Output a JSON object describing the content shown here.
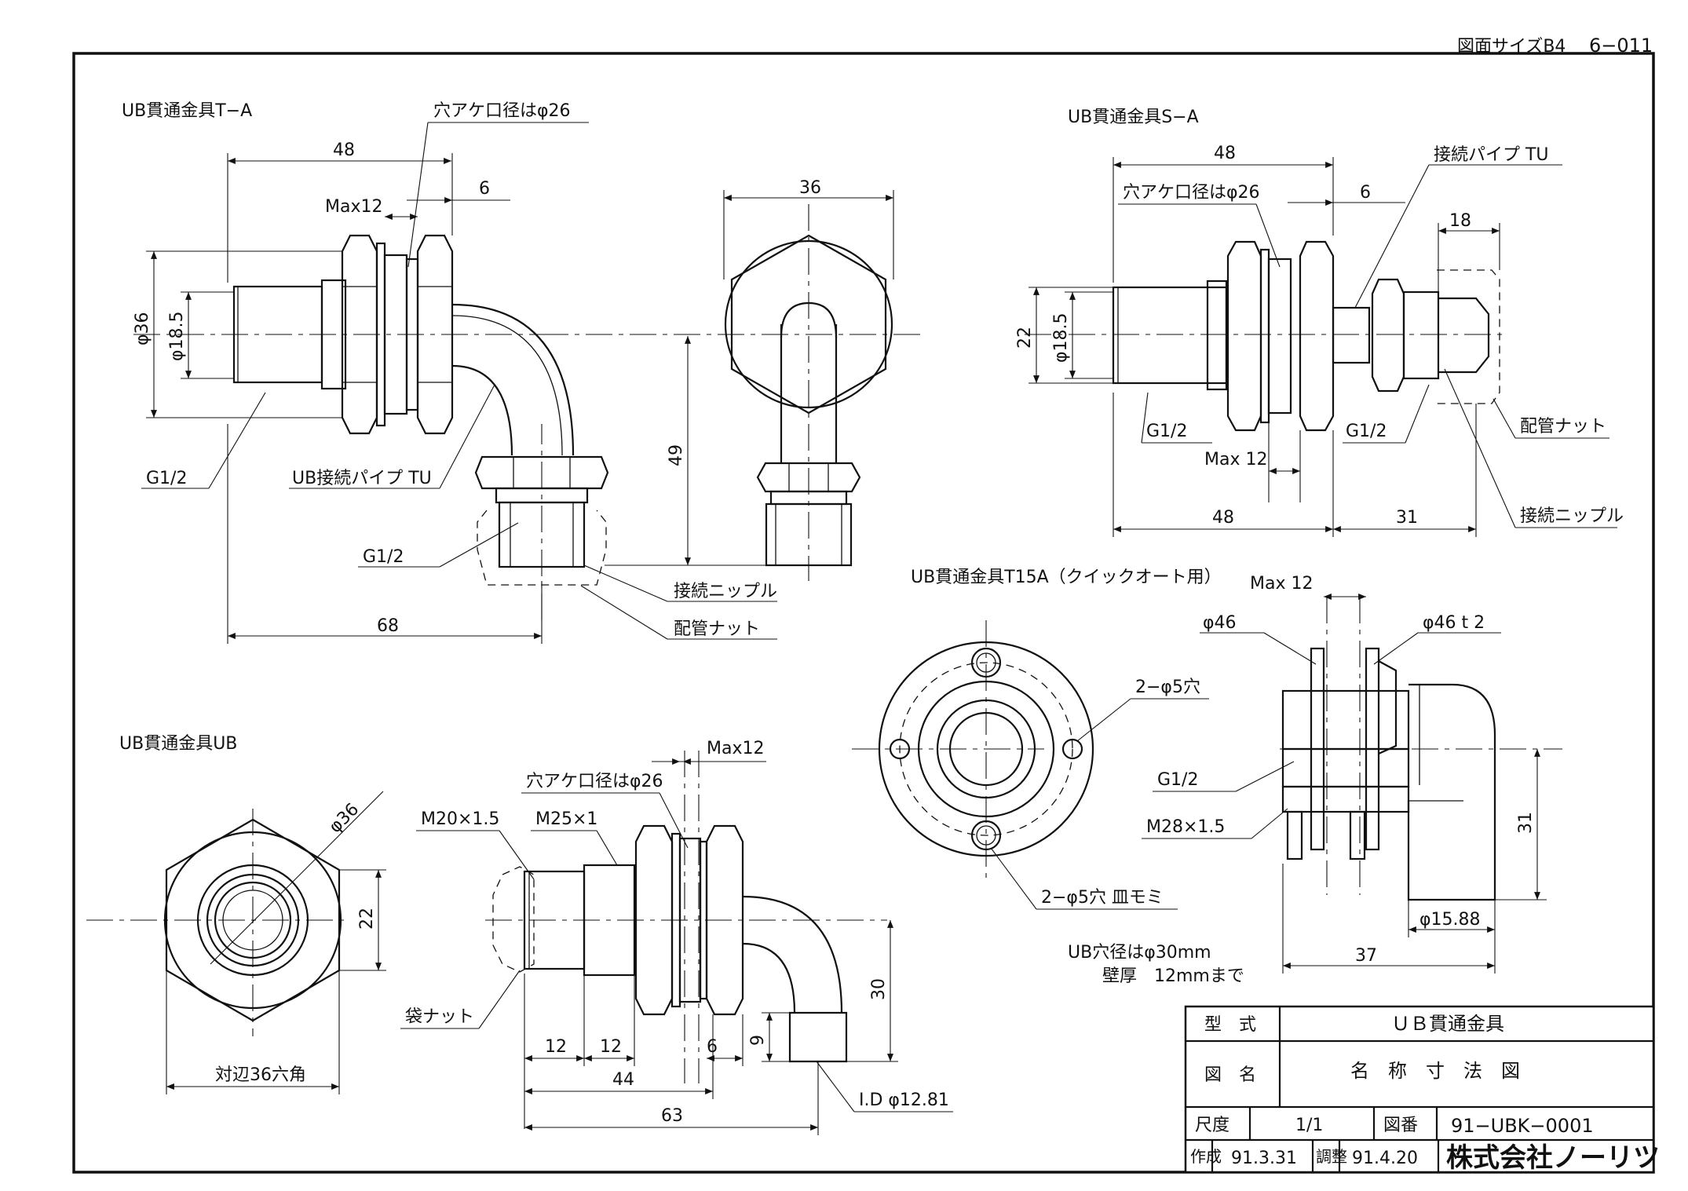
{
  "header": {
    "paper_size": "図面サイズB4",
    "sheet_no": "6−011"
  },
  "views": {
    "ta": {
      "title": "UB貫通金具T−A",
      "hole_note": "穴アケ口径はφ26",
      "d48": "48",
      "dmax": "Max12",
      "d6": "6",
      "d36": "36",
      "dphi36": "φ36",
      "dphi185": "φ18.5",
      "d49": "49",
      "d68": "68",
      "g1": "G1/2",
      "pipe": "UB接続パイプ TU",
      "g2": "G1/2",
      "nipple": "接続ニップル",
      "nut": "配管ナット"
    },
    "sa": {
      "title": "UB貫通金具S−A",
      "d48a": "48",
      "hole_note": "穴アケ口径はφ26",
      "d6": "6",
      "pipe": "接続パイプ TU",
      "d18": "18",
      "d22": "22",
      "dphi185": "φ18.5",
      "g1": "G1/2",
      "g2": "G1/2",
      "nut": "配管ナット",
      "dmax": "Max 12",
      "d48b": "48",
      "d31": "31",
      "nipple": "接続ニップル"
    },
    "t15": {
      "title": "UB貫通金具T15A（クイックオート用）",
      "dmax": "Max 12",
      "dphi46": "φ46",
      "dphi46t2": "φ46 t 2",
      "holes": "2−φ5穴",
      "g": "G1/2",
      "m28": "M28×1.5",
      "d31": "31",
      "dphi1588": "φ15.88",
      "d37": "37",
      "holes_csk": "2−φ5穴 皿モミ",
      "note1": "UB穴径はφ30mm",
      "note2": "壁厚　12mmまで"
    },
    "ub": {
      "title": "UB貫通金具UB",
      "dphi36": "φ36",
      "d22": "22",
      "hex": "対辺36六角",
      "hole_note": "穴アケ口径はφ26",
      "dmax": "Max12",
      "m20": "M20×1.5",
      "m25": "M25×1",
      "bagnut": "袋ナット",
      "d12a": "12",
      "d12b": "12",
      "d6": "6",
      "d9": "9",
      "d30": "30",
      "d44": "44",
      "d63": "63",
      "id": "I.D φ12.81"
    }
  },
  "title_block": {
    "type_label": "型　式",
    "type_value": "ＵＢ貫通金具",
    "name_label": "図　名",
    "name_value": "名　称　寸　法　図",
    "scale_label": "尺度",
    "scale_value": "1/1",
    "drawing_no_label": "図番",
    "drawing_no_value": "91−UBK−0001",
    "drawn_label": "作成",
    "drawn_date": "91.3.31",
    "checked_label": "調整",
    "checked_date": "91.4.20",
    "company": "株式会社ノーリツ"
  }
}
